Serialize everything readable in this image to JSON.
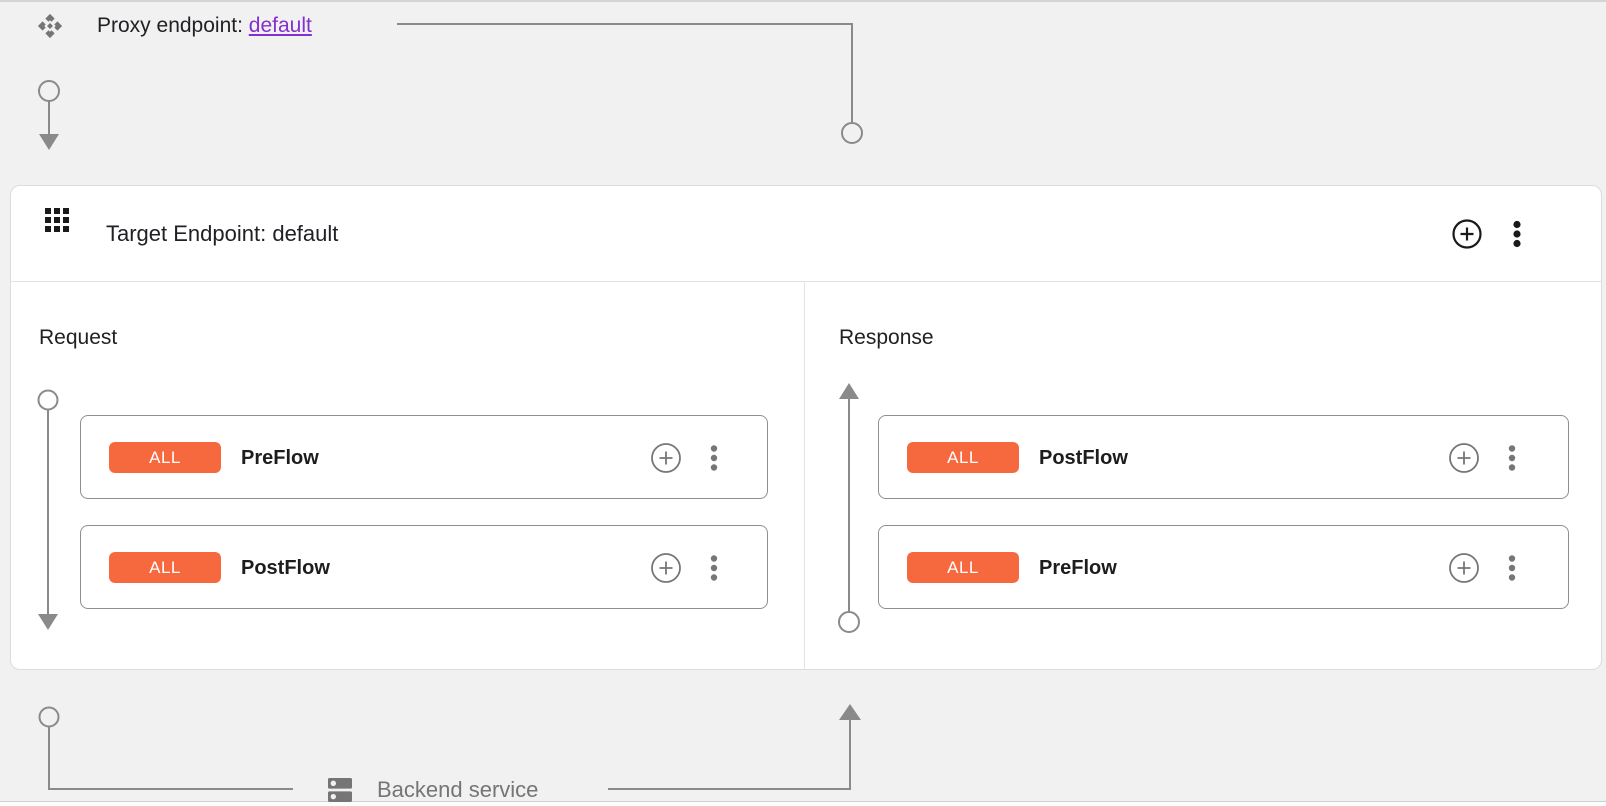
{
  "proxy_endpoint": {
    "label": "Proxy endpoint: ",
    "link": "default"
  },
  "target_endpoint": {
    "title": "Target Endpoint: default"
  },
  "request_panel": {
    "title": "Request",
    "flows": [
      {
        "badge": "ALL",
        "name": "PreFlow"
      },
      {
        "badge": "ALL",
        "name": "PostFlow"
      }
    ]
  },
  "response_panel": {
    "title": "Response",
    "flows": [
      {
        "badge": "ALL",
        "name": "PostFlow"
      },
      {
        "badge": "ALL",
        "name": "PreFlow"
      }
    ]
  },
  "backend": {
    "label": "Backend service"
  },
  "icons": {
    "proxy": "proxy-endpoint-icon",
    "target_header": "grid-icon",
    "add": "plus-circle-icon",
    "menu": "more-vert-icon",
    "backend": "dns-icon"
  },
  "colors": {
    "badge_orange": "#F6693E",
    "link_purple": "#8430CE",
    "connector_gray": "#8A8A8A",
    "flow_card_border": "#8F8F8F",
    "page_background": "#F1F1F1"
  }
}
